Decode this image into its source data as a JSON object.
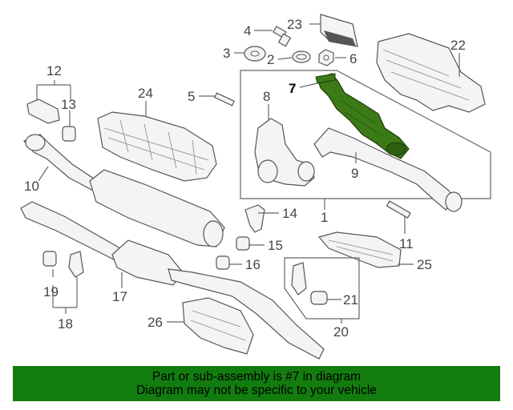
{
  "labels": {
    "l1": "1",
    "l2": "2",
    "l3": "3",
    "l4": "4",
    "l5": "5",
    "l6": "6",
    "l7": "7",
    "l8": "8",
    "l9": "9",
    "l10": "10",
    "l11": "11",
    "l12": "12",
    "l13": "13",
    "l14": "14",
    "l15": "15",
    "l16": "16",
    "l17": "17",
    "l18": "18",
    "l19": "19",
    "l20": "20",
    "l21": "21",
    "l22": "22",
    "l23": "23",
    "l24": "24",
    "l25": "25",
    "l26": "26"
  },
  "highlight_part": "7",
  "colors": {
    "highlight": "#3c7a17",
    "banner": "#137c0f"
  },
  "banner": {
    "line1": "Part or sub-assembly is #7 in diagram",
    "line2": "Diagram may not be specific to your vehicle"
  }
}
